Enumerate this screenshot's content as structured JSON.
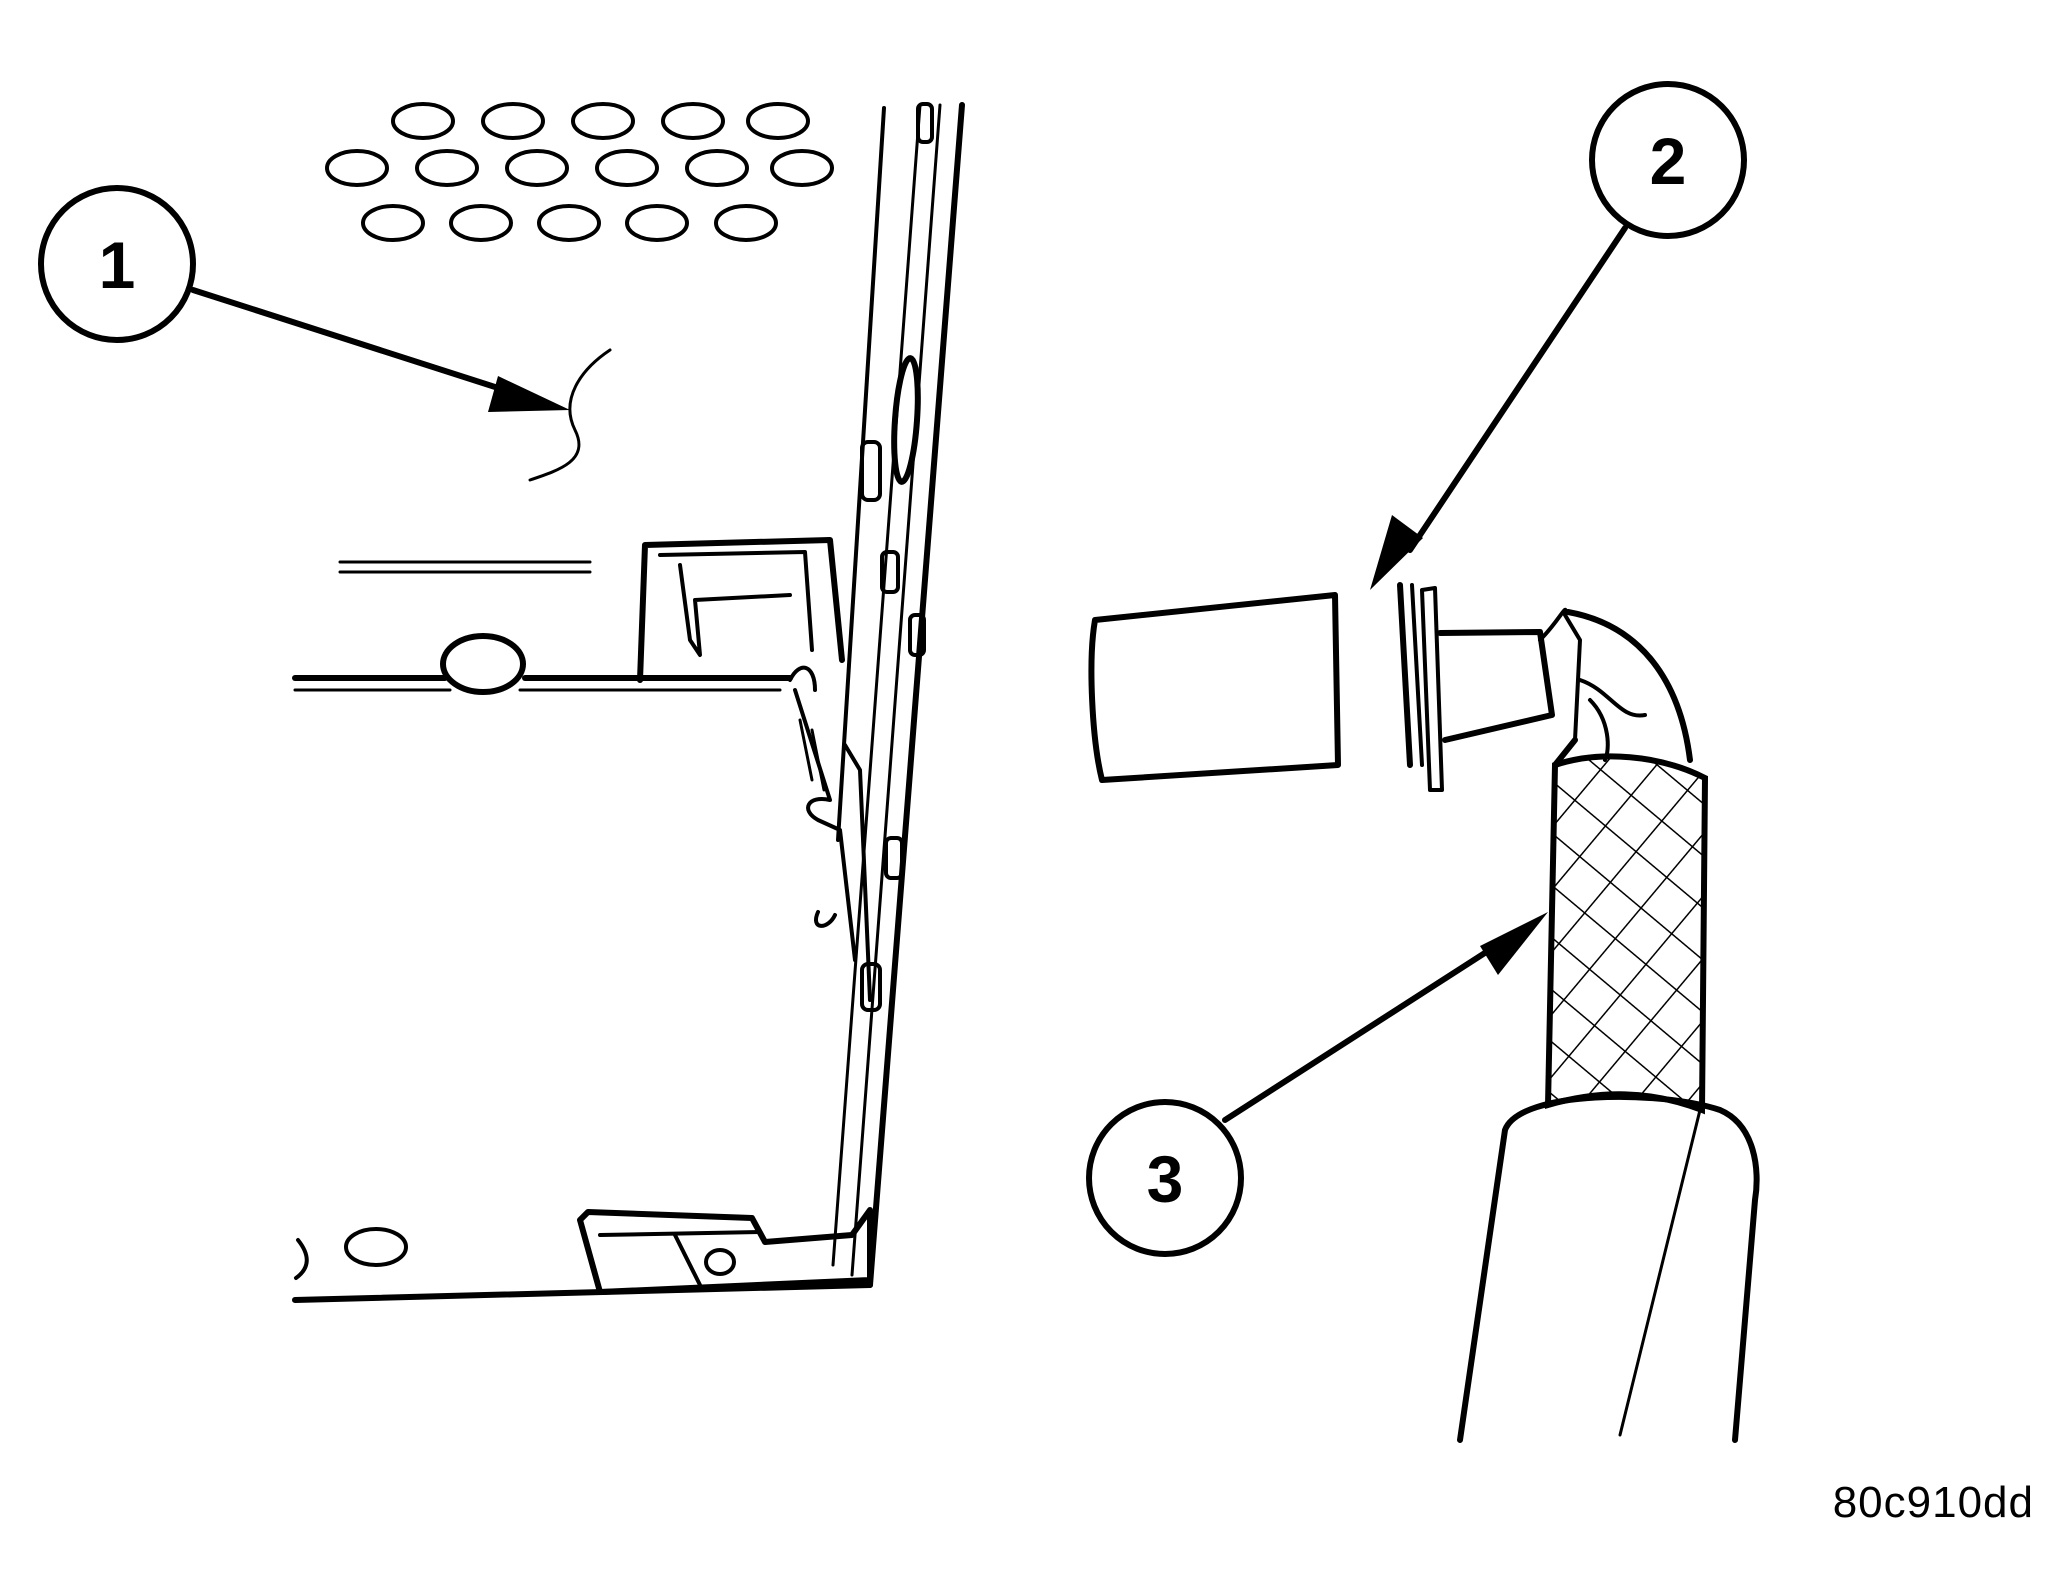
{
  "callouts": [
    {
      "id": "1",
      "label": "1"
    },
    {
      "id": "2",
      "label": "2"
    },
    {
      "id": "3",
      "label": "3"
    }
  ],
  "figure_code": "80c910dd",
  "colors": {
    "ink": "#000000",
    "paper": "#ffffff"
  }
}
